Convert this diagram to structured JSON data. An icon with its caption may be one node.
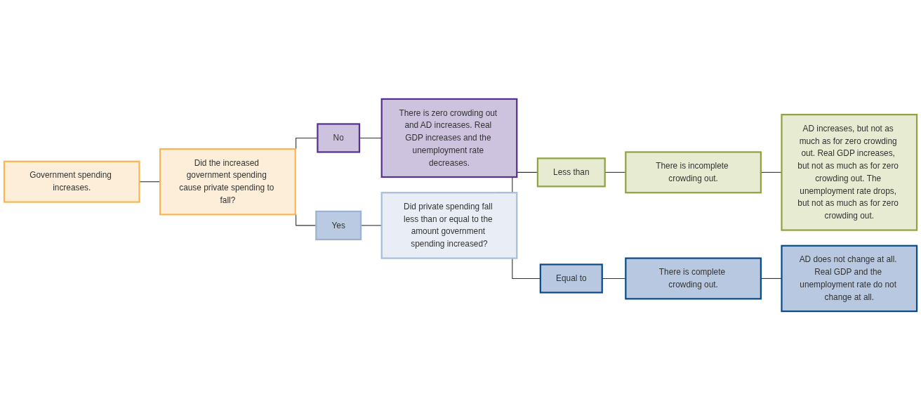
{
  "diagram": {
    "nodes": [
      {
        "text": [
          "Government spending increases."
        ]
      },
      {
        "text": [
          "Did the increased government spending cause private spending to fall?"
        ]
      },
      {
        "text": [
          "Yes"
        ]
      },
      {
        "text": [
          "No"
        ]
      },
      {
        "text": [
          "There is zero crowding out and AD increases. Real GDP increases and the unemployment rate decreases."
        ]
      },
      {
        "text": [
          "Did private spending fall less than or equal to the amount government spending increased?"
        ]
      },
      {
        "text": [
          "Less than"
        ]
      },
      {
        "text": [
          "Equal to"
        ]
      },
      {
        "text": [
          "There is incomplete crowding out."
        ]
      },
      {
        "text": [
          "AD increases, but not as much as for zero crowding out. Real GDP increases, but not as much as for zero crowding out. The unemployment rate drops, but not as much as for zero crowding out."
        ]
      },
      {
        "text": [
          "There is complete crowding out."
        ]
      },
      {
        "text": [
          "AD does not change at all. Real GDP and the unemployment rate do not change at all."
        ]
      }
    ],
    "edges": [
      {
        "from": 0,
        "to": 1,
        "arrow": "none"
      },
      {
        "from": 1,
        "to": 2,
        "arrow": "none"
      },
      {
        "from": 1,
        "to": 3,
        "arrow": "none"
      },
      {
        "from": 3,
        "to": 4,
        "arrow": "none"
      },
      {
        "from": 2,
        "to": 5,
        "arrow": "none"
      },
      {
        "from": 5,
        "to": 6,
        "arrow": "none"
      },
      {
        "from": 5,
        "to": 7,
        "arrow": "none"
      },
      {
        "from": 6,
        "to": 8,
        "arrow": "none"
      },
      {
        "from": 8,
        "to": 9,
        "arrow": "none"
      },
      {
        "from": 7,
        "to": 10,
        "arrow": "none"
      },
      {
        "from": 10,
        "to": 11,
        "arrow": "none"
      }
    ]
  }
}
